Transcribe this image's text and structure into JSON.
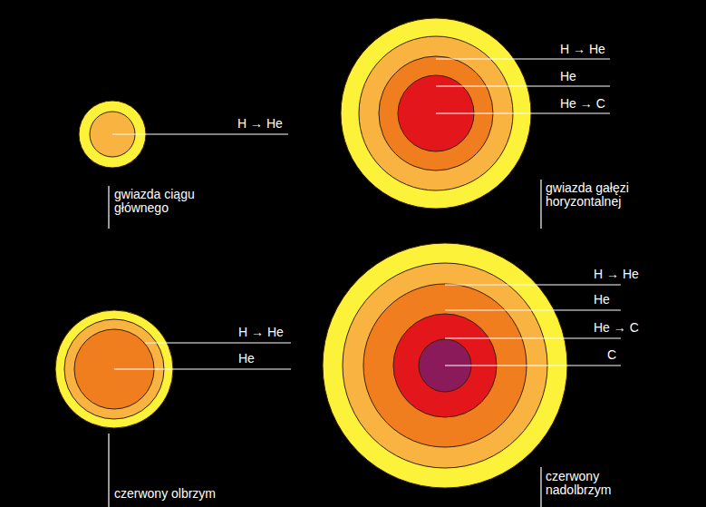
{
  "diagram": {
    "labels": [
      "H → He",
      "gwiazda ciągu głównego",
      "H → He",
      "He",
      "He → C",
      "gwiazda gałęzi horyzontalnej",
      "H → He",
      "He",
      "czerwony olbrzym",
      "H → He",
      "He",
      "He → C",
      "C",
      "czerwony nadolbrzym"
    ]
  }
}
